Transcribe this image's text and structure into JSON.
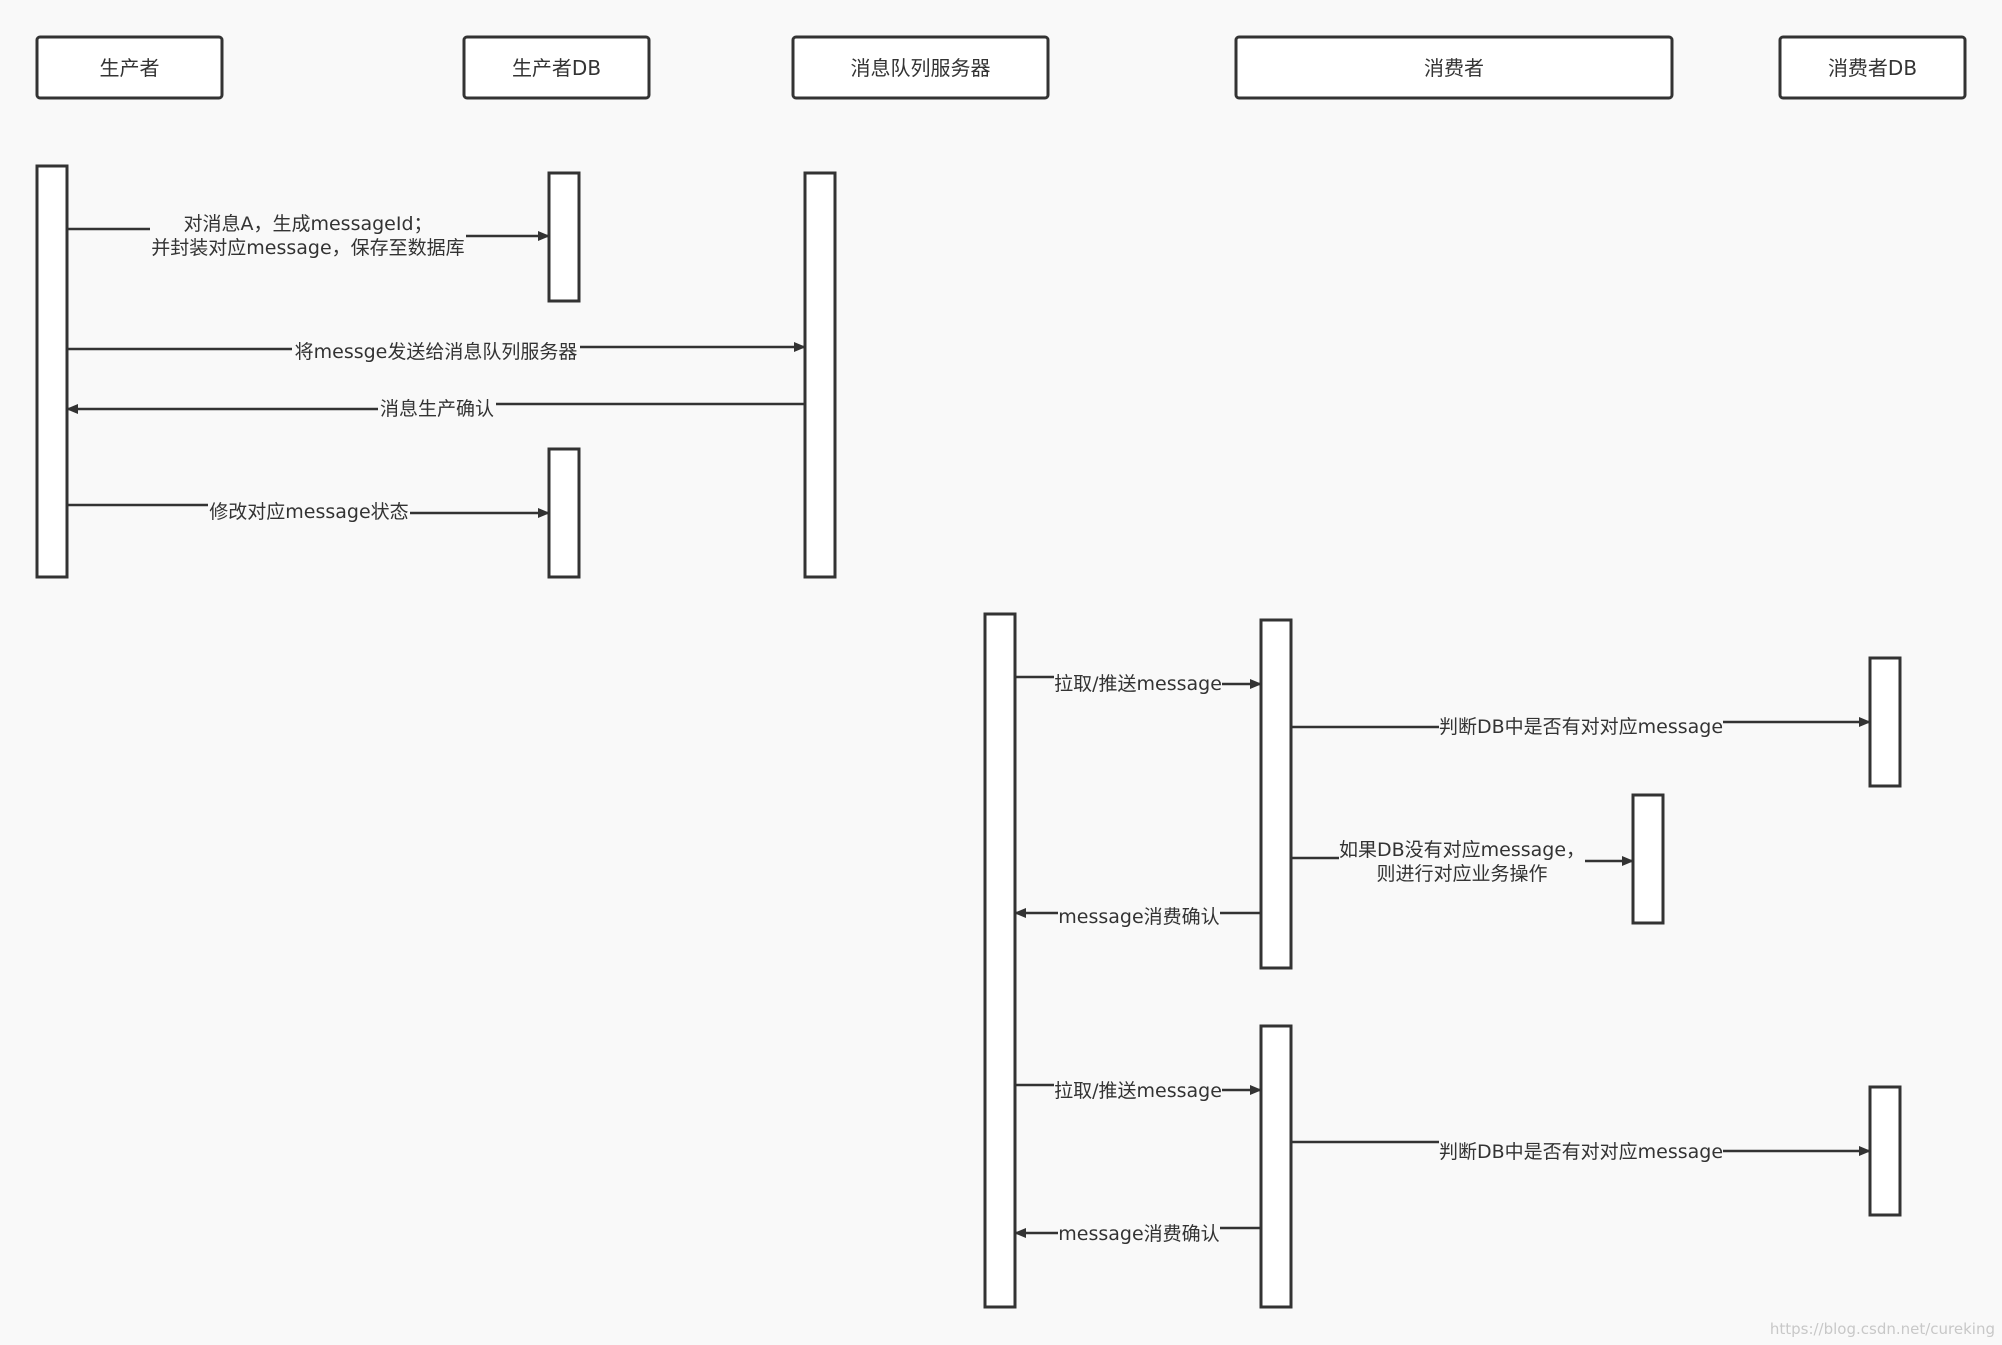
{
  "actors": [
    {
      "id": "producer",
      "label": "生产者"
    },
    {
      "id": "producer-db",
      "label": "生产者DB"
    },
    {
      "id": "mq-server",
      "label": "消息队列服务器"
    },
    {
      "id": "consumer",
      "label": "消费者"
    },
    {
      "id": "consumer-db",
      "label": "消费者DB"
    }
  ],
  "messages": [
    {
      "id": "m1",
      "lines": [
        "对消息A，生成messageId；",
        "并封装对应message，保存至数据库"
      ]
    },
    {
      "id": "m2",
      "lines": [
        "将messge发送给消息队列服务器"
      ]
    },
    {
      "id": "m3",
      "lines": [
        "消息生产确认"
      ]
    },
    {
      "id": "m4",
      "lines": [
        "修改对应message状态"
      ]
    },
    {
      "id": "m5",
      "lines": [
        "拉取/推送message"
      ]
    },
    {
      "id": "m6",
      "lines": [
        "判断DB中是否有对对应message"
      ]
    },
    {
      "id": "m7",
      "lines": [
        "如果DB没有对应message，",
        "则进行对应业务操作"
      ]
    },
    {
      "id": "m8",
      "lines": [
        "message消费确认"
      ]
    },
    {
      "id": "m9",
      "lines": [
        "拉取/推送message"
      ]
    },
    {
      "id": "m10",
      "lines": [
        "判断DB中是否有对对应message"
      ]
    },
    {
      "id": "m11",
      "lines": [
        "message消费确认"
      ]
    }
  ],
  "watermark": "https://blog.csdn.net/cureking"
}
